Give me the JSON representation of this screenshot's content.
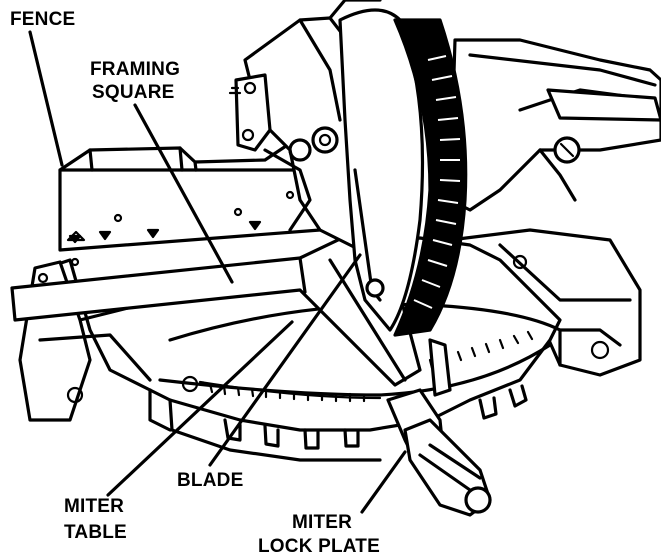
{
  "labels": {
    "fence": "FENCE",
    "framing_square_line1": "FRAMING",
    "framing_square_line2": "SQUARE",
    "blade": "BLADE",
    "miter_table_line1": "MITER",
    "miter_table_line2": "TABLE",
    "miter_lock_plate_line1": "MITER",
    "miter_lock_plate_line2": "LOCK PLATE"
  },
  "colors": {
    "ink": "#000000",
    "paper": "#ffffff"
  }
}
